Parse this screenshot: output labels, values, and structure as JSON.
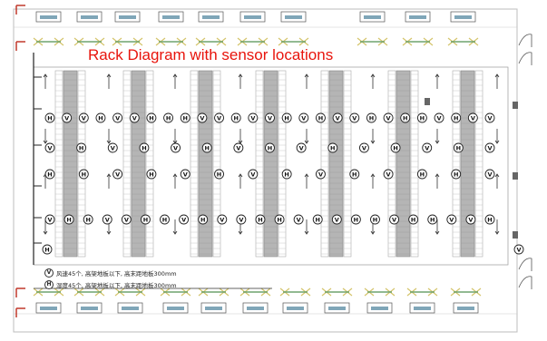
{
  "title": "Rack Diagram with sensor locations",
  "legend": {
    "v_symbol": "V",
    "v_text": "风速45个, 高架地板以下, 高末距地板300mm",
    "h_symbol": "H",
    "h_text": "湿度45个, 高架地板以下, 高末距地板300mm"
  },
  "colors": {
    "title": "#e8140c",
    "rack": "#b5b5b5",
    "line": "#333333",
    "ac_unit": "#7fa6b8",
    "ac_marker": "#d4c46a",
    "door": "#c0392b"
  },
  "sensor_rows": [
    [
      "H",
      "V",
      "V",
      "H",
      "V",
      "V",
      "H",
      "H",
      "H",
      "V",
      "V",
      "H",
      "V",
      "V",
      "H",
      "V",
      "H",
      "V",
      "V",
      "H",
      "V",
      "H",
      "H",
      "V",
      "H",
      "V",
      "V"
    ],
    [
      "V",
      "H",
      "V",
      "H",
      "V",
      "H",
      "V",
      "H",
      "V",
      "H",
      "V",
      "H",
      "V",
      "H",
      "V"
    ],
    [
      "H",
      "H",
      "V",
      "H",
      "V",
      "H",
      "V",
      "H",
      "V",
      "H",
      "V",
      "H",
      "H",
      "V"
    ],
    [
      "V",
      "H",
      "H",
      "V",
      "V",
      "H",
      "H",
      "V",
      "H",
      "V",
      "V",
      "H",
      "H",
      "V",
      "H",
      "V",
      "H",
      "H",
      "V",
      "H",
      "H",
      "V",
      "V",
      "H"
    ],
    [
      "H",
      "V"
    ]
  ]
}
